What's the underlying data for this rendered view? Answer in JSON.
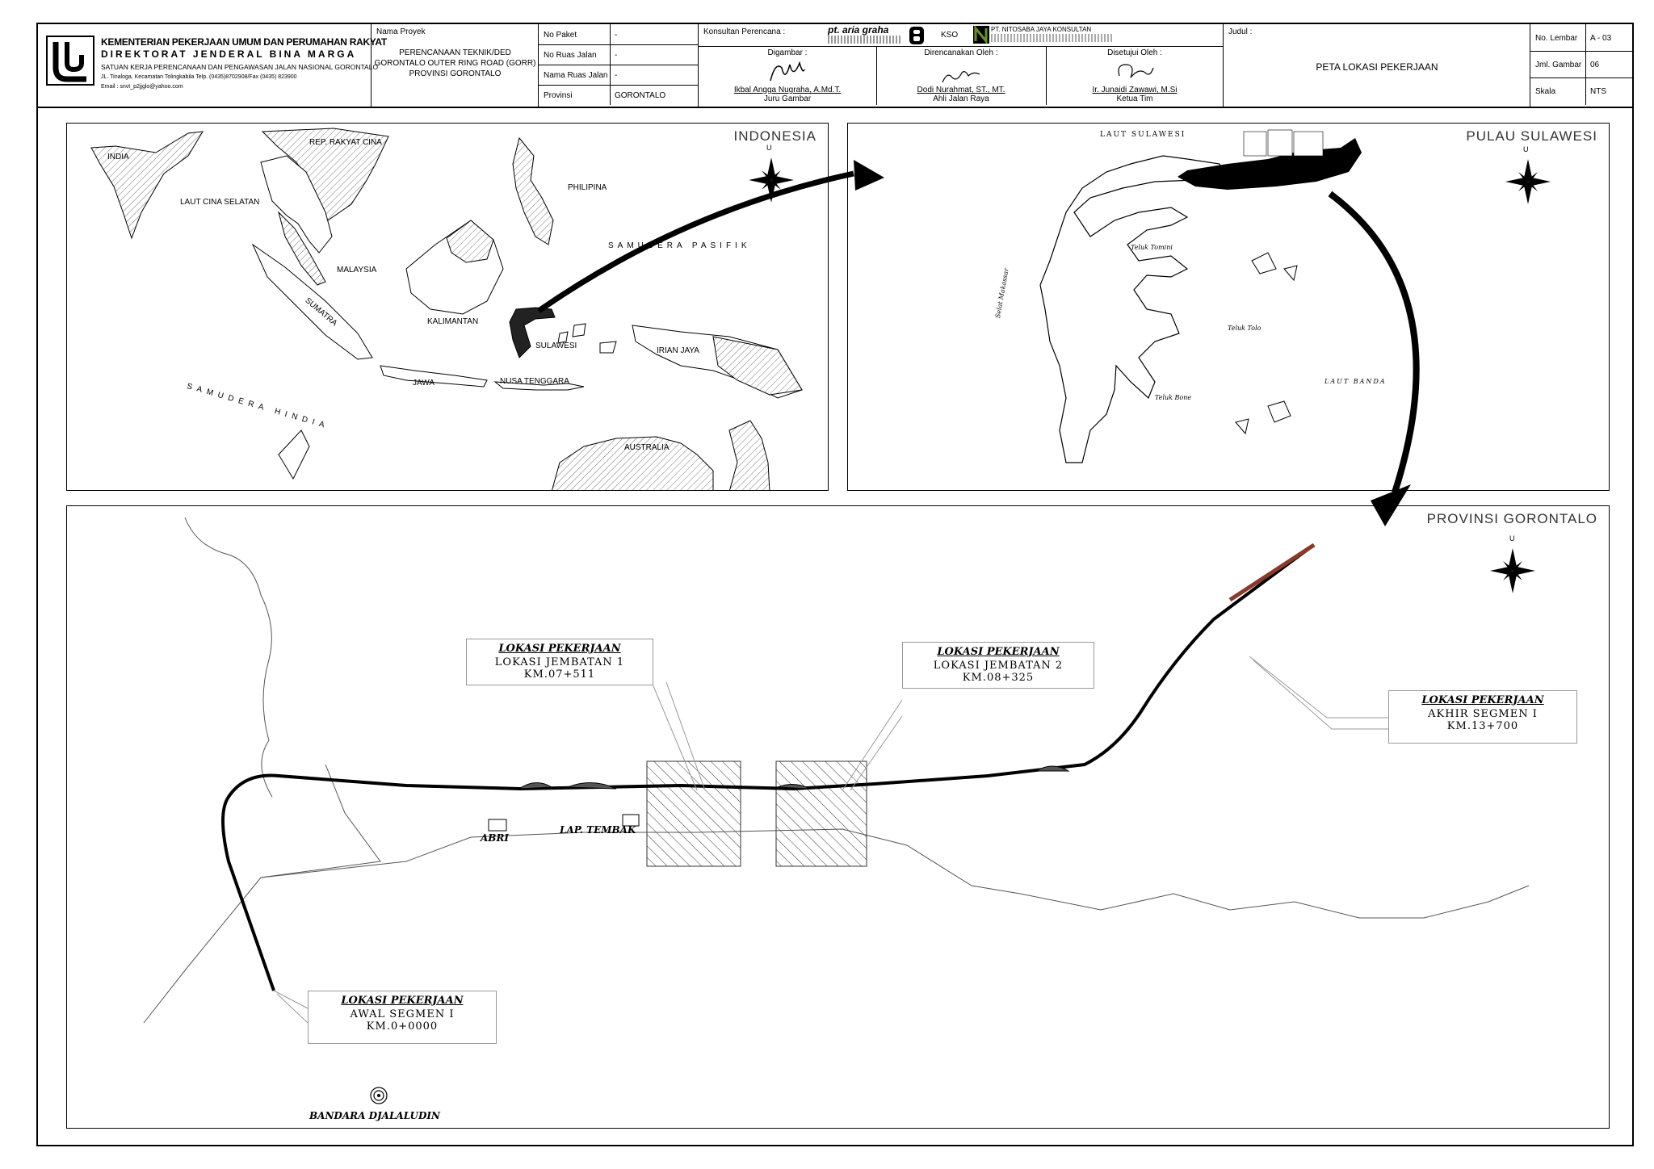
{
  "title_block": {
    "agency_line1": "KEMENTERIAN PEKERJAAN UMUM DAN PERUMAHAN RAKYAT",
    "agency_line2": "DIREKTORAT JENDERAL BINA MARGA",
    "agency_line3": "SATUAN KERJA PERENCANAAN DAN PENGAWASAN JALAN NASIONAL GORONTALO",
    "agency_line4": "JL. Tinaloga, Kecamatan Tolingkabila Telp. (0435)8702908/Fax (0435) 823900",
    "agency_line5": "Email : snvt_p2jjglo@yahoo.com",
    "nama_proyek_label": "Nama Proyek",
    "nama_proyek_line1": "PERENCANAAN TEKNIK/DED",
    "nama_proyek_line2": "GORONTALO OUTER RING ROAD (GORR)",
    "nama_proyek_line3": "PROVINSI GORONTALO",
    "fields": [
      {
        "label": "No Paket",
        "value": "-"
      },
      {
        "label": "No Ruas Jalan",
        "value": "-"
      },
      {
        "label": "Nama Ruas Jalan",
        "value": "-"
      },
      {
        "label": "Provinsi",
        "value": "GORONTALO"
      }
    ],
    "konsultan_label": "Konsultan Perencana :",
    "consultant1": "pt. aria graha",
    "kso": "KSO",
    "consultant2": "PT. NITOSABA JAYA KONSULTAN",
    "digambar_label": "Digambar :",
    "digambar_name": "Ikbal Angga Nugraha, A.Md.T.",
    "digambar_role": "Juru Gambar",
    "direncanakan_label": "Direncanakan Oleh :",
    "direncanakan_name": "Dodi Nurahmat, ST., MT.",
    "direncanakan_role": "Ahli Jalan Raya",
    "disetujui_label": "Disetujui Oleh :",
    "disetujui_name": "Ir. Junaidi Zawawi, M.Si",
    "disetujui_role": "Ketua Tim",
    "judul_label": "Judul :",
    "judul_value": "PETA LOKASI PEKERJAAN",
    "right_fields": [
      {
        "label": "No. Lembar",
        "value": "A - 03"
      },
      {
        "label": "Jml. Gambar",
        "value": "06"
      },
      {
        "label": "Skala",
        "value": "NTS"
      }
    ]
  },
  "indonesia_map": {
    "title": "INDONESIA",
    "north": "U",
    "labels": {
      "india": "INDIA",
      "rrc": "REP. RAKYAT CINA",
      "lcs": "LAUT CINA SELATAN",
      "philipina": "PHILIPINA",
      "pasifik": "SAMUDERA PASIFIK",
      "malaysia": "MALAYSIA",
      "sumatra": "SUMATRA",
      "kalimantan": "KALIMANTAN",
      "sulawesi": "SULAWESI",
      "irian": "IRIAN JAYA",
      "hindia": "SAMUDERA HINDIA",
      "jawa": "JAWA",
      "nusa": "NUSA TENGGARA",
      "australia": "AUSTRALIA"
    }
  },
  "sulawesi_map": {
    "title": "PULAU SULAWESI",
    "north": "U",
    "labels": {
      "laut_sulawesi": "LAUT SULAWESI",
      "teluk_tomini": "Teluk Tomini",
      "selat_makassar": "Selat Makassar",
      "teluk_tolo": "Teluk Tolo",
      "laut_banda": "LAUT BANDA",
      "teluk_bone": "Teluk Bone"
    }
  },
  "gorontalo_map": {
    "title": "PROVINSI GORONTALO",
    "north": "U",
    "callouts": [
      {
        "heading": "LOKASI PEKERJAAN",
        "line1": "LOKASI JEMBATAN 1",
        "line2": "KM.07+511"
      },
      {
        "heading": "LOKASI PEKERJAAN",
        "line1": "LOKASI JEMBATAN 2",
        "line2": "KM.08+325"
      },
      {
        "heading": "LOKASI PEKERJAAN",
        "line1": "AKHIR SEGMEN I",
        "line2": "KM.13+700"
      },
      {
        "heading": "LOKASI PEKERJAAN",
        "line1": "AWAL SEGMEN I",
        "line2": "KM.0+0000"
      }
    ],
    "places": {
      "abri": "ABRI",
      "lap_tembak": "LAP. TEMBAK",
      "bandara": "BANDARA DJALALUDIN"
    }
  }
}
